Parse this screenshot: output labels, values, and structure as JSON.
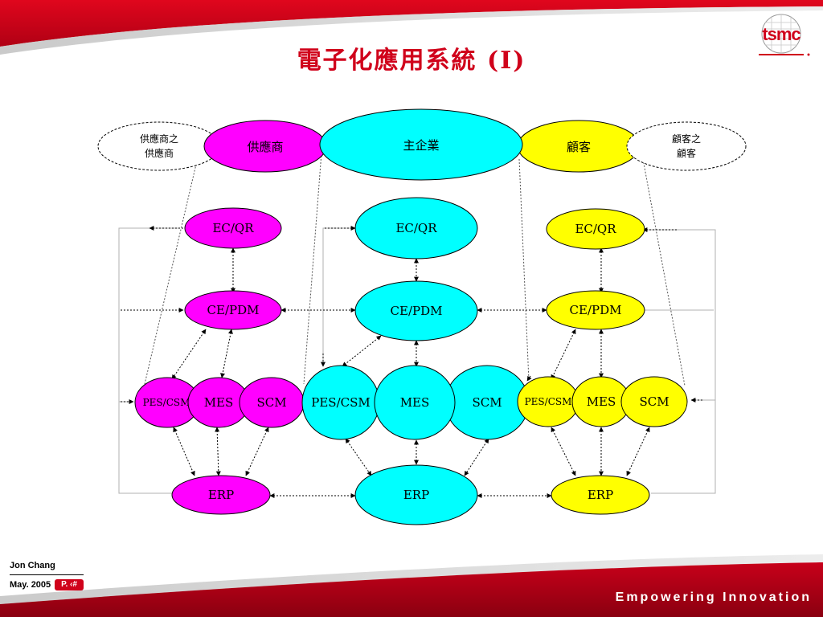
{
  "slide": {
    "title": "電子化應用系統 (I)",
    "logo_text": "tsmc",
    "author": "Jon Chang",
    "date": "May. 2005",
    "page": "P. ‹#",
    "tagline": "Empowering Innovation"
  },
  "colors": {
    "brand_red": "#d0021b",
    "supplier": "#ff00ff",
    "enterprise": "#00ffff",
    "customer": "#ffff00"
  },
  "top_row": {
    "supplier_of_supplier": [
      "供應商之",
      "供應商"
    ],
    "supplier": "供應商",
    "enterprise": "主企業",
    "customer": "顧客",
    "customer_of_customer": [
      "顧客之",
      "顧客"
    ]
  },
  "columns": {
    "supplier": {
      "ecqr": "EC/QR",
      "cepdm": "CE/PDM",
      "pes": "PES/CSM",
      "mes": "MES",
      "scm": "SCM",
      "erp": "ERP"
    },
    "enterprise": {
      "ecqr": "EC/QR",
      "cepdm": "CE/PDM",
      "pes": "PES/CSM",
      "mes": "MES",
      "scm": "SCM",
      "erp": "ERP"
    },
    "customer": {
      "ecqr": "EC/QR",
      "cepdm": "CE/PDM",
      "pes": "PES/CSM",
      "mes": "MES",
      "scm": "SCM",
      "erp": "ERP"
    }
  }
}
